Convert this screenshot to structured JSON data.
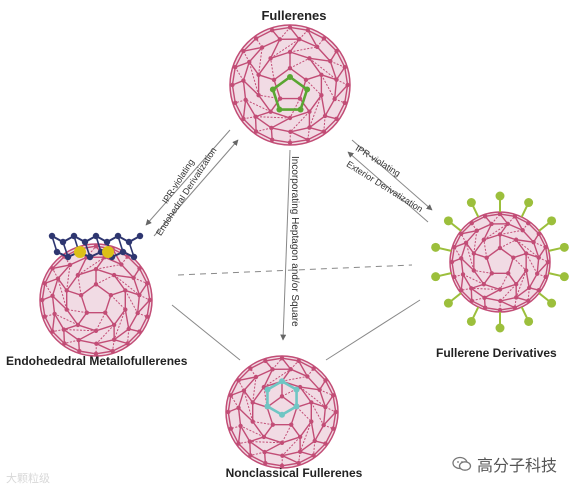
{
  "title": "Fullerenes",
  "nodes": {
    "left": "Endohededral Metallofullerenes",
    "right": "Fullerene Derivatives",
    "bottom": "Nonclassical Fullerenes"
  },
  "edges": {
    "left_line1": "IPR-violating",
    "left_line2": "Endohedral Derivatization",
    "center": "Incorporating Heptagon and/or Square",
    "right_line1": "IPR-violating",
    "right_line2": "Exterior Derivatization"
  },
  "watermark": {
    "right": "高分子科技",
    "left": "大颗粒级",
    "icon": "wechat-icon"
  },
  "colors": {
    "cage": "#c24d76",
    "cage_fill": "#f1dbe4",
    "highlight_green": "#5aa632",
    "highlight_teal": "#6fc6c4",
    "metal_blue": "#2e3670",
    "metal_gold": "#dcc018",
    "substituent": "#9cbf3c"
  }
}
